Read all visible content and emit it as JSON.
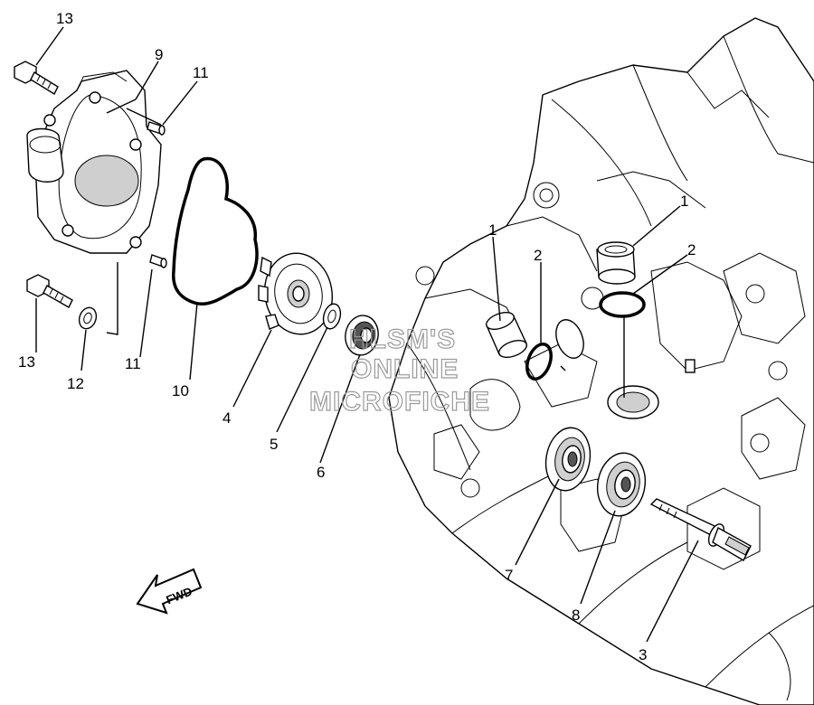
{
  "callouts": [
    "13",
    "9",
    "11",
    "13",
    "12",
    "11",
    "10",
    "4",
    "5",
    "6",
    "1",
    "2",
    "1",
    "2",
    "7",
    "8",
    "3"
  ],
  "watermark": {
    "line1": "HLSM'S",
    "line2": "ONLINE",
    "line3": "MICROFICHE"
  },
  "direction_label": "FWD"
}
